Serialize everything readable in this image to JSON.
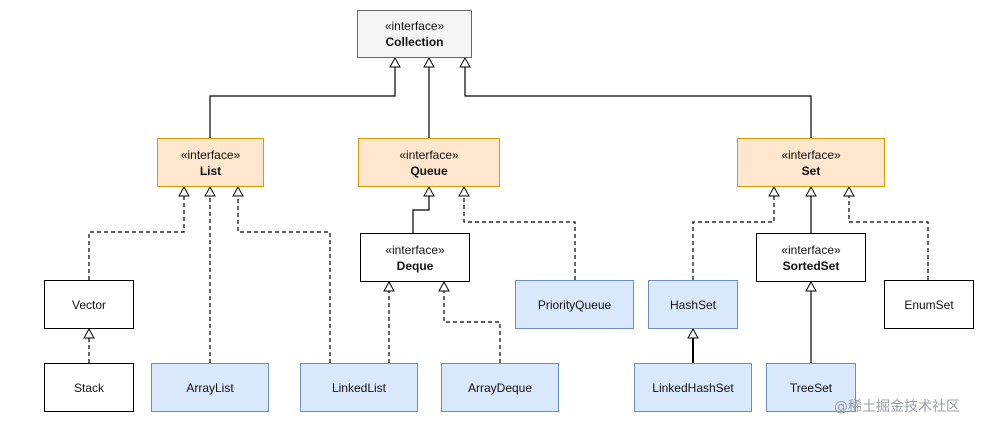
{
  "nodes": {
    "collection": {
      "stereotype": "«interface»",
      "name": "Collection"
    },
    "list": {
      "stereotype": "«interface»",
      "name": "List"
    },
    "queue": {
      "stereotype": "«interface»",
      "name": "Queue"
    },
    "set": {
      "stereotype": "«interface»",
      "name": "Set"
    },
    "deque": {
      "stereotype": "«interface»",
      "name": "Deque"
    },
    "sortedset": {
      "stereotype": "«interface»",
      "name": "SortedSet"
    },
    "vector": {
      "name": "Vector"
    },
    "stack": {
      "name": "Stack"
    },
    "arraylist": {
      "name": "ArrayList"
    },
    "linkedlist": {
      "name": "LinkedList"
    },
    "arraydeque": {
      "name": "ArrayDeque"
    },
    "priorityqueue": {
      "name": "PriorityQueue"
    },
    "hashset": {
      "name": "HashSet"
    },
    "linkedhashset": {
      "name": "LinkedHashSet"
    },
    "treeset": {
      "name": "TreeSet"
    },
    "enumset": {
      "name": "EnumSet"
    }
  },
  "edges": [
    {
      "from": "list",
      "to": "collection",
      "style": "solid"
    },
    {
      "from": "queue",
      "to": "collection",
      "style": "solid"
    },
    {
      "from": "set",
      "to": "collection",
      "style": "solid"
    },
    {
      "from": "vector",
      "to": "list",
      "style": "dashed"
    },
    {
      "from": "arraylist",
      "to": "list",
      "style": "dashed"
    },
    {
      "from": "linkedlist",
      "to": "list",
      "style": "dashed"
    },
    {
      "from": "deque",
      "to": "queue",
      "style": "solid"
    },
    {
      "from": "priorityqueue",
      "to": "queue",
      "style": "dashed"
    },
    {
      "from": "linkedlist",
      "to": "deque",
      "style": "dashed"
    },
    {
      "from": "arraydeque",
      "to": "deque",
      "style": "dashed"
    },
    {
      "from": "stack",
      "to": "vector",
      "style": "dashed"
    },
    {
      "from": "hashset",
      "to": "set",
      "style": "dashed"
    },
    {
      "from": "sortedset",
      "to": "set",
      "style": "solid"
    },
    {
      "from": "enumset",
      "to": "set",
      "style": "dashed"
    },
    {
      "from": "linkedhashset",
      "to": "hashset",
      "style": "solid"
    },
    {
      "from": "treeset",
      "to": "sortedset",
      "style": "solid"
    }
  ],
  "colors": {
    "root_fill": "#f5f5f5",
    "interface_fill": "#ffe6cc",
    "interface_border": "#d79b00",
    "impl_fill": "#dae8fc",
    "impl_border": "#6c8ebf",
    "line": "#000000"
  },
  "watermark": "@稀土掘金技术社区"
}
